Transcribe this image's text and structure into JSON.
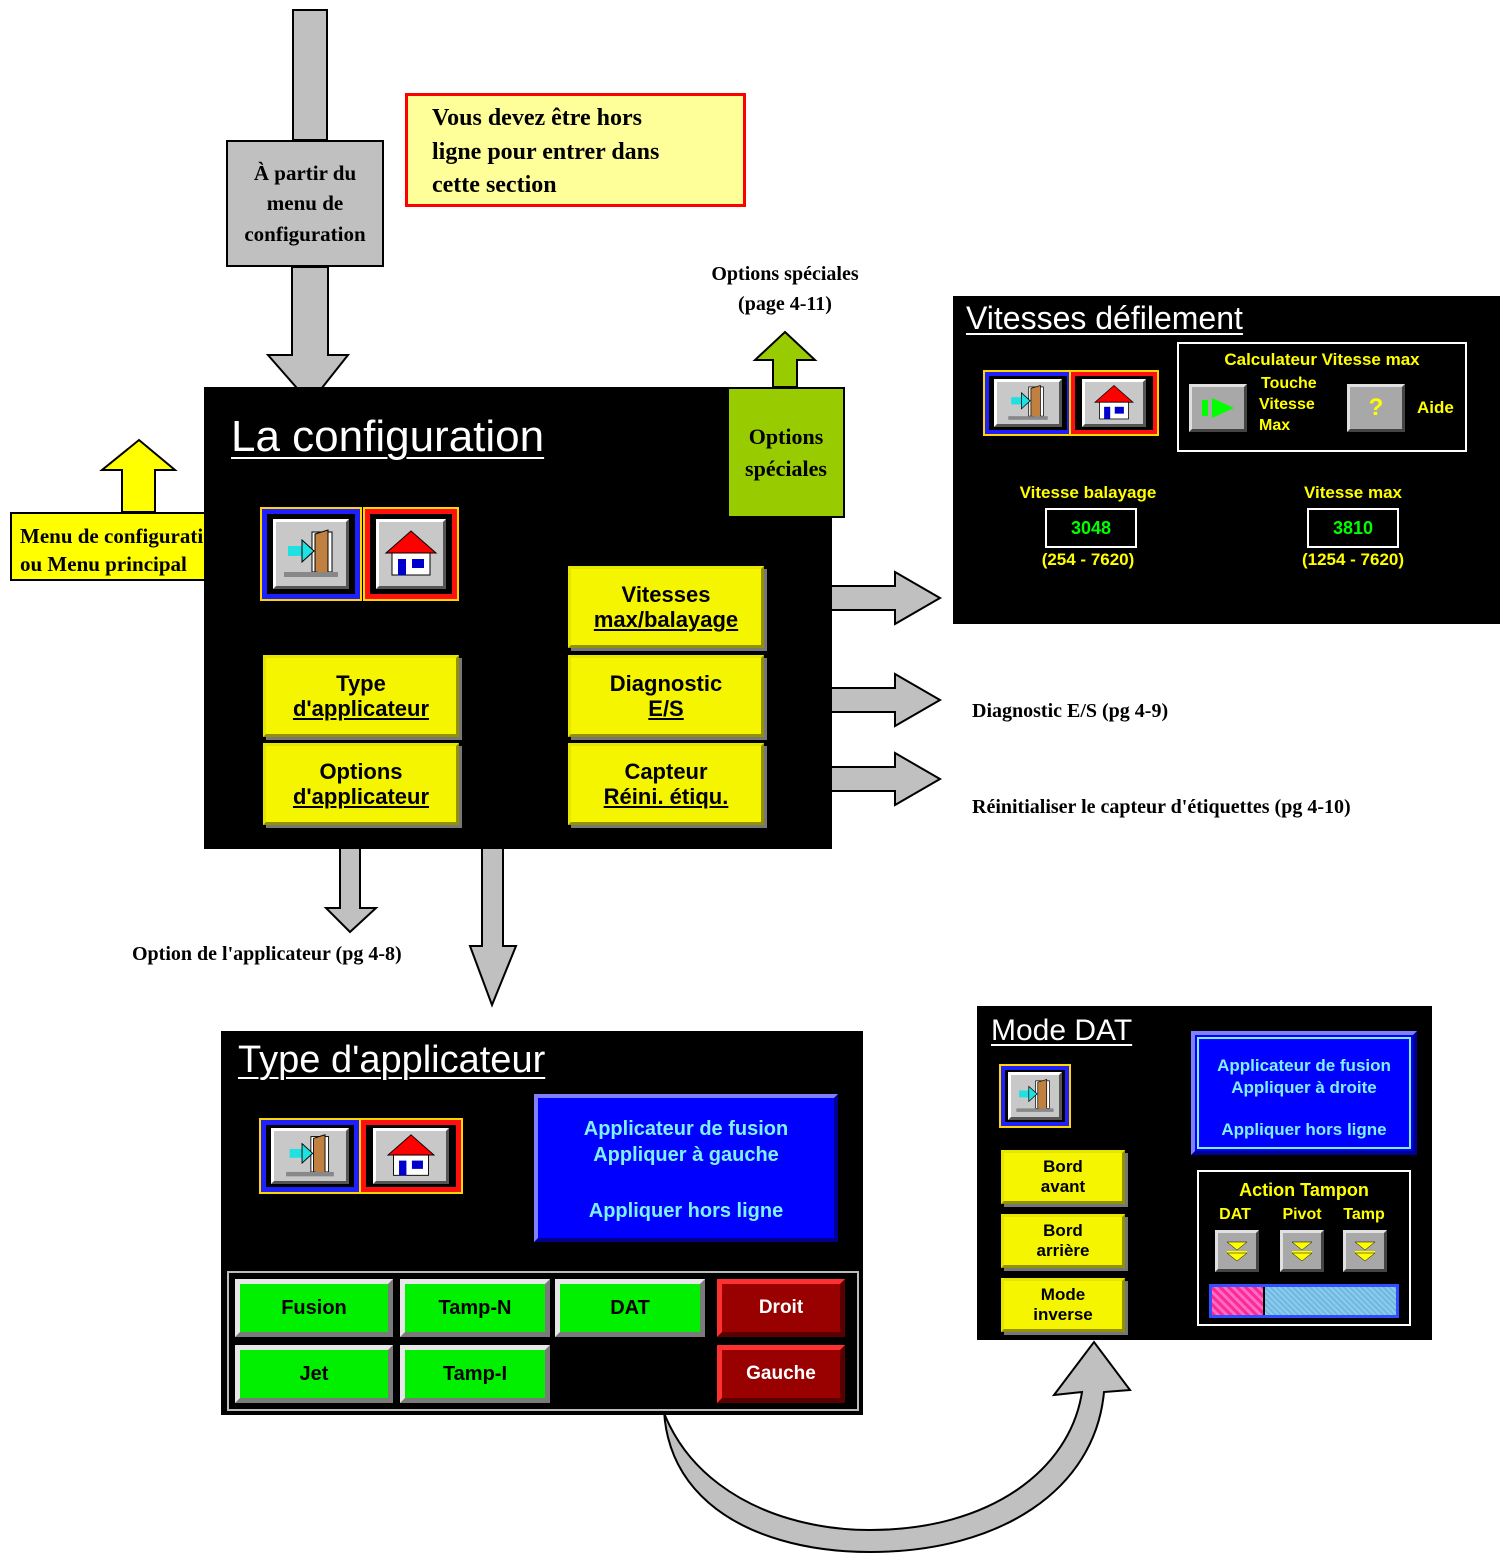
{
  "notes": {
    "from_config": [
      "À partir du",
      "menu de",
      "configuration"
    ],
    "offline_warning": [
      "Vous devez être hors",
      "ligne pour entrer dans",
      "cette section"
    ],
    "special_options_ref": [
      "Options spéciales",
      "(page 4-11)"
    ],
    "special_options_arrow": [
      "Options",
      "spéciales"
    ],
    "menu_return": [
      "Menu de configuration",
      "ou Menu principal"
    ],
    "diag_ref": "Diagnostic E/S (pg 4-9)",
    "sensor_ref": "Réinitialiser le capteur d'étiquettes (pg 4-10)",
    "applicator_option_ref": "Option de l'applicateur (pg 4-8)"
  },
  "config_screen": {
    "title": "La configuration",
    "buttons": {
      "speeds": [
        "Vitesses",
        "max/balayage"
      ],
      "diag": [
        "Diagnostic",
        "E/S"
      ],
      "sensor": [
        "Capteur",
        "Réini. étiqu."
      ],
      "type": [
        "Type",
        "d'applicateur"
      ],
      "options": [
        "Options",
        "d'applicateur"
      ]
    }
  },
  "speed_screen": {
    "title": "Vitesses défilement",
    "calc_title": "Calculateur Vitesse max",
    "touch_label": [
      "Touche",
      "Vitesse",
      "Max"
    ],
    "help_label": "Aide",
    "help_symbol": "?",
    "scan_label": "Vitesse balayage",
    "scan_value": "3048",
    "scan_range": "(254 - 7620)",
    "max_label": "Vitesse max",
    "max_value": "3810",
    "max_range": "(1254 - 7620)"
  },
  "type_screen": {
    "title": "Type d'applicateur",
    "info": [
      "Applicateur de fusion",
      "Appliquer à gauche",
      "Appliquer hors ligne"
    ],
    "buttons": [
      "Fusion",
      "Tamp-N",
      "DAT",
      "Jet",
      "Tamp-I"
    ],
    "side_buttons": [
      "Droit",
      "Gauche"
    ]
  },
  "dat_screen": {
    "title": "Mode DAT",
    "info": [
      "Applicateur de fusion",
      "Appliquer à droite",
      "Appliquer hors ligne"
    ],
    "buttons": [
      [
        "Bord",
        "avant"
      ],
      [
        "Bord",
        "arrière"
      ],
      [
        "Mode",
        "inverse"
      ]
    ],
    "tampon_title": "Action Tampon",
    "tampon_cols": [
      "DAT",
      "Pivot",
      "Tamp"
    ],
    "progress_fraction": 0.29
  },
  "colors": {
    "yellow": "#f5f500",
    "green": "#00f000",
    "dark_red": "#990000",
    "blue": "#0000ff",
    "arrow_gray": "#c0c0c0",
    "olive_green": "#99cc00"
  },
  "icons": [
    "exit-door-icon",
    "home-icon",
    "play-icon",
    "help-icon",
    "double-chevron-down-icon"
  ]
}
